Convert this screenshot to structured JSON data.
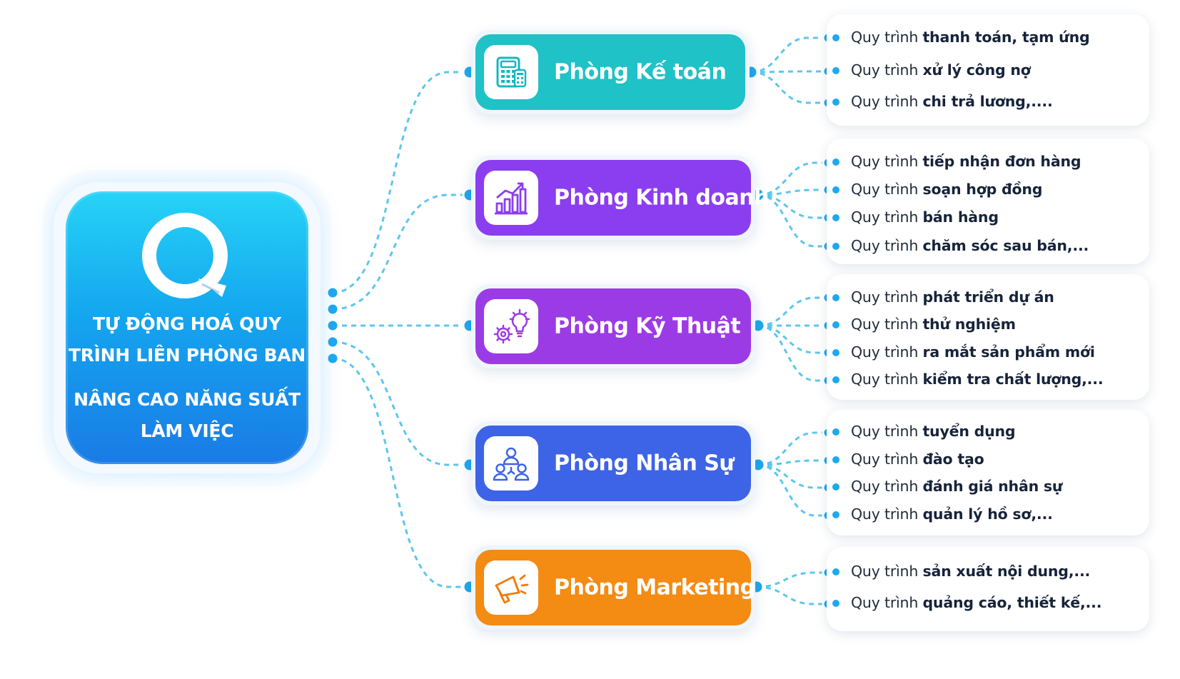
{
  "center": {
    "title_line1": "TỰ ĐỘNG HOÁ QUY",
    "title_line2": "TRÌNH LIÊN PHÒNG BAN",
    "sub_line1": "NÂNG CAO NĂNG SUẤT",
    "sub_line2": "LÀM VIỆC"
  },
  "departments": [
    {
      "label": "Phòng Kế toán",
      "icon": "calculator-icon",
      "color": "#1fc2c6",
      "items": [
        {
          "prefix": "Quy trình ",
          "bold": "thanh toán, tạm ứng"
        },
        {
          "prefix": "Quy trình ",
          "bold": "xử lý công nợ"
        },
        {
          "prefix": "Quy trình ",
          "bold": "chi trả lương,...."
        }
      ]
    },
    {
      "label": "Phòng Kinh doanh",
      "icon": "growth-chart-icon",
      "color": "#8b3ef0",
      "items": [
        {
          "prefix": "Quy trình ",
          "bold": "tiếp nhận đơn hàng"
        },
        {
          "prefix": "Quy trình ",
          "bold": "soạn hợp đồng"
        },
        {
          "prefix": "Quy trình ",
          "bold": "bán hàng"
        },
        {
          "prefix": "Quy trình ",
          "bold": "chăm sóc sau bán,..."
        }
      ]
    },
    {
      "label": "Phòng Kỹ Thuật",
      "icon": "gear-bulb-icon",
      "color": "#9b3be6",
      "items": [
        {
          "prefix": "Quy trình ",
          "bold": "phát triển dự án"
        },
        {
          "prefix": "Quy trình ",
          "bold": "thử nghiệm"
        },
        {
          "prefix": "Quy trình ",
          "bold": "ra mắt sản phẩm mới"
        },
        {
          "prefix": "Quy trình ",
          "bold": "kiểm tra chất lượng,..."
        }
      ]
    },
    {
      "label": "Phòng Nhân Sự",
      "icon": "team-icon",
      "color": "#3d63e6",
      "items": [
        {
          "prefix": "Quy trình ",
          "bold": "tuyển dụng"
        },
        {
          "prefix": "Quy trình ",
          "bold": "đào tạo"
        },
        {
          "prefix": "Quy trình ",
          "bold": "đánh giá nhân sự"
        },
        {
          "prefix": "Quy trình ",
          "bold": "quản lý hồ sơ,..."
        }
      ]
    },
    {
      "label": "Phòng Marketing",
      "icon": "megaphone-icon",
      "color": "#f48b12",
      "items": [
        {
          "prefix": "Quy trình ",
          "bold": "sản xuất nội dung,..."
        },
        {
          "prefix": "Quy trình ",
          "bold": "quảng cáo, thiết kế,..."
        }
      ]
    }
  ],
  "colors": {
    "connector": "#5cc6ef",
    "dot": "#1ea8ef"
  }
}
